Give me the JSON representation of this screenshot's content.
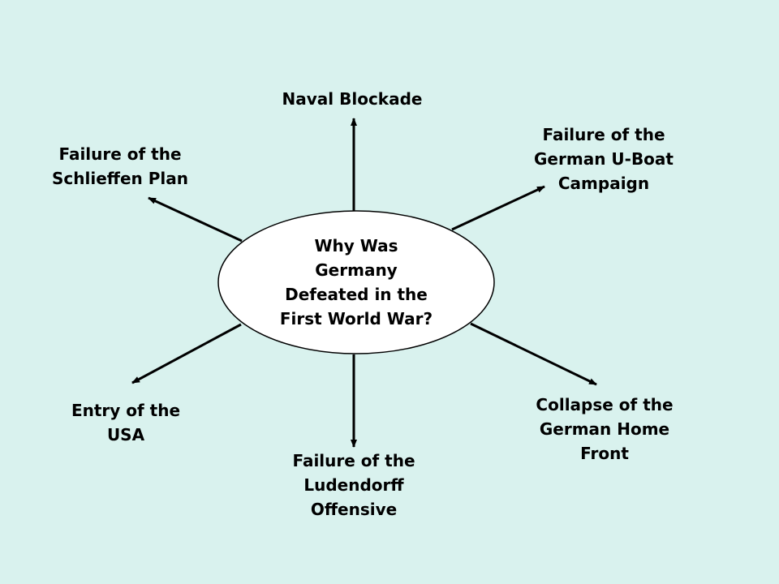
{
  "colors": {
    "background": "#d9f2ee",
    "ellipse_fill": "#ffffff",
    "stroke": "#000000",
    "text": "#000000"
  },
  "diagram": {
    "center": {
      "text": "Why Was\nGermany\nDefeated in the\nFirst World War?"
    },
    "causes": [
      {
        "id": "naval-blockade",
        "text": "Naval Blockade"
      },
      {
        "id": "u-boat",
        "text": "Failure of the\nGerman U-Boat\nCampaign"
      },
      {
        "id": "schlieffen",
        "text": "Failure of the\nSchlieffen Plan"
      },
      {
        "id": "usa",
        "text": "Entry of the\nUSA"
      },
      {
        "id": "ludendorff",
        "text": "Failure of the\nLudendorff\nOffensive"
      },
      {
        "id": "home-front",
        "text": "Collapse of the\nGerman Home\nFront"
      }
    ]
  }
}
